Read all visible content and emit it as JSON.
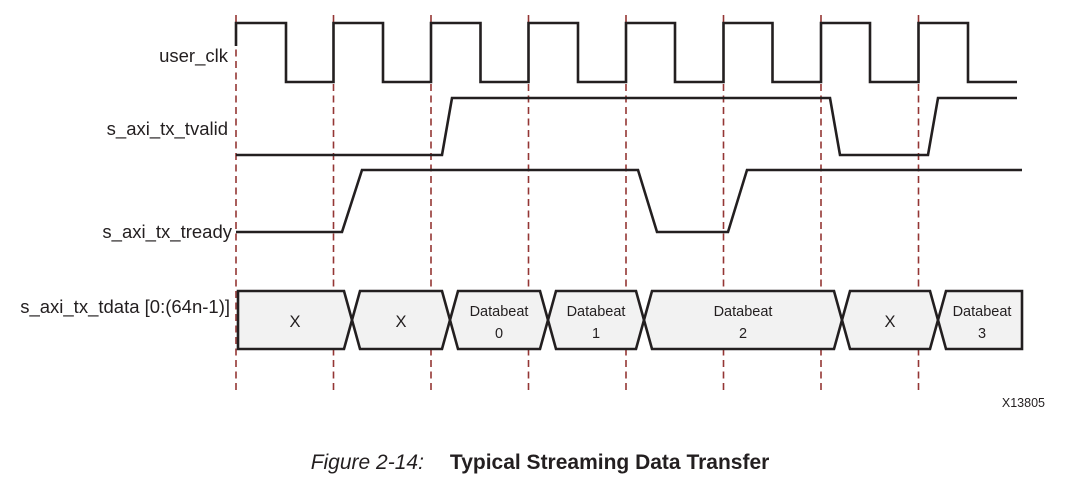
{
  "figure": {
    "caption_label": "Figure 2-14:",
    "caption_title": "Typical Streaming Data Transfer",
    "watermark": "X13805"
  },
  "signals": [
    {
      "name": "user_clk",
      "type": "clock"
    },
    {
      "name": "s_axi_tx_tvalid",
      "type": "logic"
    },
    {
      "name": "s_axi_tx_tready",
      "type": "logic"
    },
    {
      "name": "s_axi_tx_tdata [0:(64n-1)]",
      "type": "bus"
    }
  ],
  "timing": {
    "clock_cycles": 8,
    "clock_edge_markers": "red dashed vertical lines at each user_clk rising edge",
    "s_axi_tx_tvalid_per_cycle": [
      0,
      0,
      1,
      1,
      1,
      1,
      0,
      1
    ],
    "s_axi_tx_tready_per_cycle": [
      0,
      1,
      1,
      1,
      0,
      1,
      1,
      1
    ],
    "s_axi_tx_tdata_per_cycle": [
      "X",
      "X",
      "Databeat 0",
      "Databeat 1",
      "Databeat 2",
      "Databeat 2",
      "X",
      "Databeat 3"
    ]
  },
  "bus_segments": [
    {
      "line1": "X",
      "line2": ""
    },
    {
      "line1": "X",
      "line2": ""
    },
    {
      "line1": "Databeat",
      "line2": "0"
    },
    {
      "line1": "Databeat",
      "line2": "1"
    },
    {
      "line1": "Databeat",
      "line2": "2"
    },
    {
      "line1": "X",
      "line2": ""
    },
    {
      "line1": "Databeat",
      "line2": "3"
    }
  ],
  "colors": {
    "background": "#ffffff",
    "waveform": "#231f20",
    "marker": "#943634",
    "bus_fill": "#f2f2f2",
    "text": "#231f20"
  }
}
